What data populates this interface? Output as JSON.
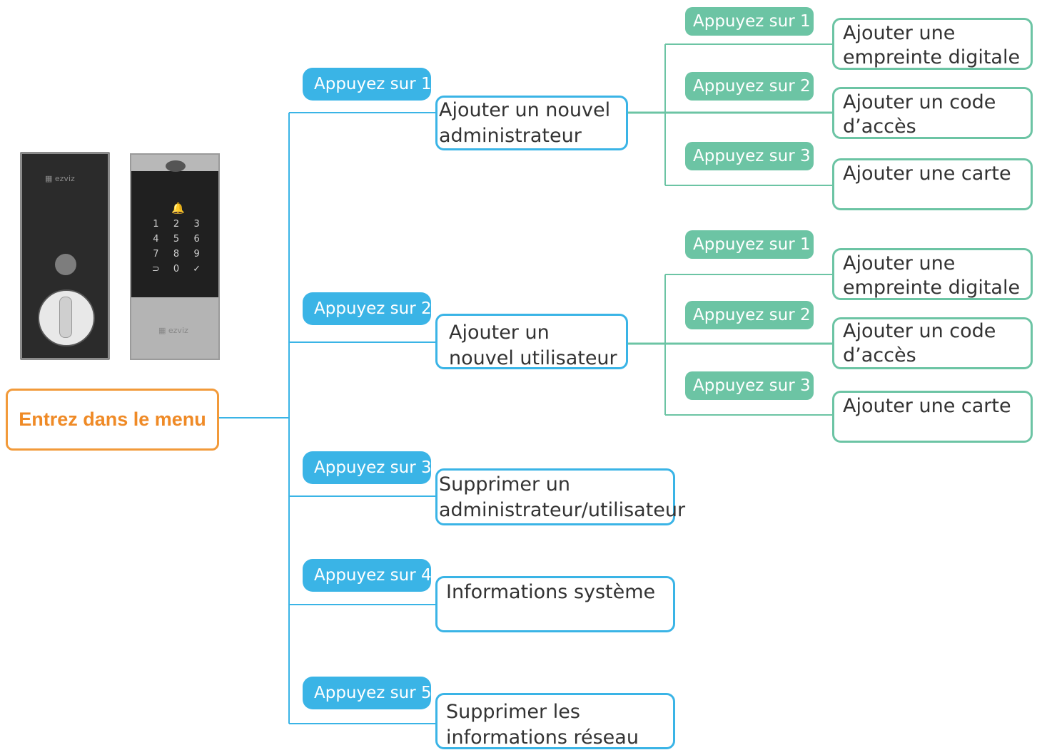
{
  "root": {
    "label": "Entrez dans le menu"
  },
  "branches": [
    {
      "press": "Appuyez sur 1",
      "label": "Ajouter un nouvel\nadministrateur",
      "children": [
        {
          "press": "Appuyez sur 1",
          "label": "Ajouter une\nempreinte digitale"
        },
        {
          "press": "Appuyez sur 2",
          "label": "Ajouter un code\nd’accès"
        },
        {
          "press": "Appuyez sur 3",
          "label": "Ajouter une carte"
        }
      ]
    },
    {
      "press": "Appuyez sur 2",
      "label": "Ajouter un\nnouvel utilisateur",
      "children": [
        {
          "press": "Appuyez sur 1",
          "label": "Ajouter une\nempreinte digitale"
        },
        {
          "press": "Appuyez sur 2",
          "label": "Ajouter un code\nd’accès"
        },
        {
          "press": "Appuyez sur 3",
          "label": "Ajouter une carte"
        }
      ]
    },
    {
      "press": "Appuyez sur 3",
      "label": "Supprimer un\nadministrateur/utilisateur"
    },
    {
      "press": "Appuyez sur 4",
      "label": "Informations système"
    },
    {
      "press": "Appuyez sur 5",
      "label": "Supprimer les\ninformations réseau"
    }
  ],
  "device": {
    "keys": [
      "1",
      "2",
      "3",
      "4",
      "5",
      "6",
      "7",
      "8",
      "9",
      "⊃",
      "0",
      "✓"
    ],
    "icons": [
      "bell-icon",
      "fingerprint-sensor-icon",
      "knob-icon"
    ]
  },
  "colors": {
    "root": "#f29a3a",
    "level1": "#3ab4e6",
    "level2": "#6cc4a4"
  }
}
